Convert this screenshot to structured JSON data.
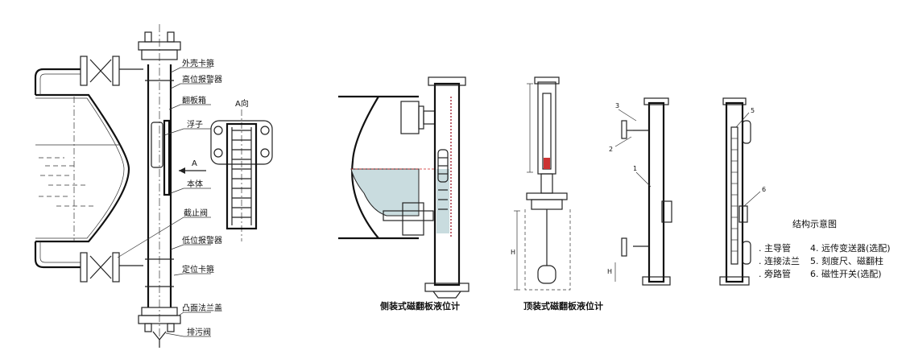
{
  "fig1": {
    "labels": [
      "外壳卡箍",
      "高位报警器",
      "翻板箱",
      "浮子",
      "本体",
      "截止阀",
      "低位报警器",
      "定位卡箍",
      "凸面法兰盖",
      "排污阀"
    ],
    "view_label": "A向",
    "arrow_label": "A"
  },
  "fig2": {
    "caption": "侧装式磁翻板液位计"
  },
  "fig3": {
    "caption": "顶装式磁翻板液位计",
    "side_dim": "H"
  },
  "fig4": {
    "callouts": [
      "1",
      "2",
      "3"
    ]
  },
  "fig5": {
    "callouts": [
      "5",
      "6"
    ]
  },
  "legend": {
    "title": "结构示意图",
    "items": [
      ". 主导管",
      "4. 远传变送器(选配)",
      ". 连接法兰",
      "5. 刻度尺、磁翻柱",
      ". 旁路管",
      "6. 磁性开关(选配)"
    ]
  }
}
